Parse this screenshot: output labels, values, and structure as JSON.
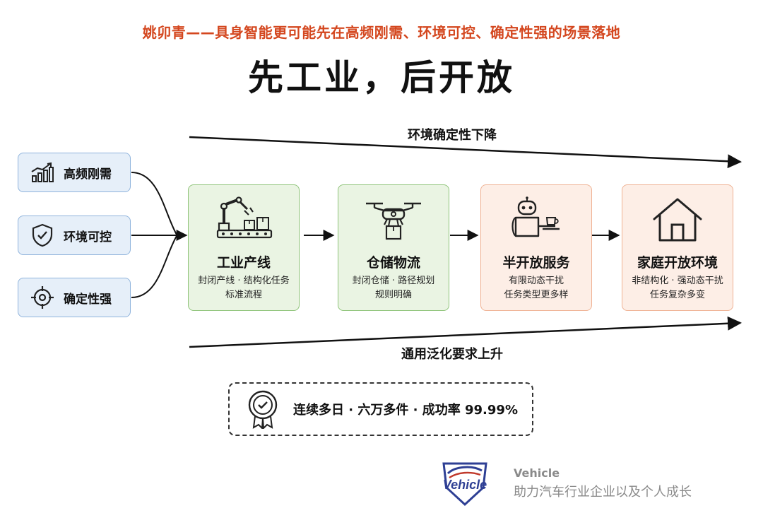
{
  "header": {
    "subtitle": "姚卯青——具身智能更可能先在高频刚需、环境可控、确定性强的场景落地",
    "title": "先工业，后开放"
  },
  "arrows": {
    "top_label": "环境确定性下降",
    "bottom_label": "通用泛化要求上升"
  },
  "conditions": [
    {
      "label": "高频刚需",
      "icon": "bar-chart-icon"
    },
    {
      "label": "环境可控",
      "icon": "shield-check-icon"
    },
    {
      "label": "确定性强",
      "icon": "target-icon"
    }
  ],
  "stages": [
    {
      "name": "工业产线",
      "desc1": "封闭产线 · 结构化任务",
      "desc2": "标准流程",
      "icon": "robot-arm-icon",
      "color": "green"
    },
    {
      "name": "仓储物流",
      "desc1": "封闭仓储 · 路径规划",
      "desc2": "规则明确",
      "icon": "drone-icon",
      "color": "green"
    },
    {
      "name": "半开放服务",
      "desc1": "有限动态干扰",
      "desc2": "任务类型更多样",
      "icon": "service-robot-icon",
      "color": "orange"
    },
    {
      "name": "家庭开放环境",
      "desc1": "非结构化 · 强动态干扰",
      "desc2": "任务复杂多变",
      "icon": "house-icon",
      "color": "orange"
    }
  ],
  "result": {
    "text": "连续多日 · 六万多件 · 成功率 99.99%",
    "icon": "award-badge-icon"
  },
  "footer": {
    "logo_text": "Vehicle",
    "brand": "Vehicle",
    "tagline": "助力汽车行业企业以及个人成长"
  },
  "colors": {
    "subtitle": "#d4471f",
    "condition_fill": "#e6eff9",
    "condition_border": "#8fb3dc",
    "green_fill": "#eaf4e3",
    "green_border": "#8fc47a",
    "orange_fill": "#fdeee6",
    "orange_border": "#efb294"
  }
}
